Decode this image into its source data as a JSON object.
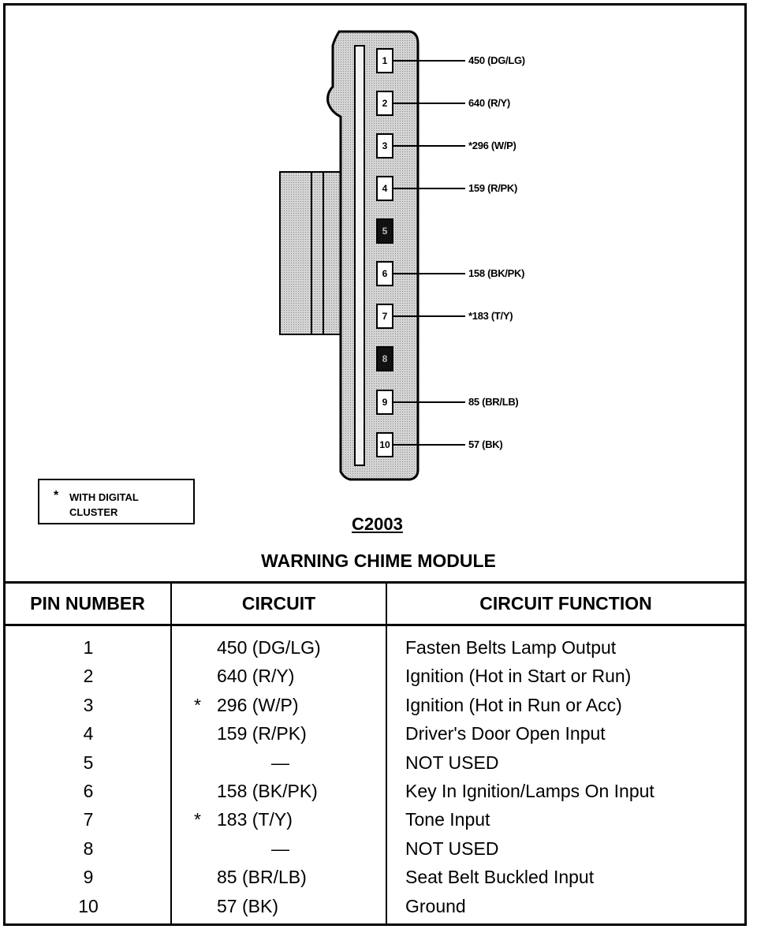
{
  "connector": {
    "id": "C2003",
    "title": "WARNING CHIME MODULE",
    "pins": [
      {
        "number": "1",
        "label": "450 (DG/LG)",
        "used": true
      },
      {
        "number": "2",
        "label": "640 (R/Y)",
        "used": true
      },
      {
        "number": "3",
        "label": "*296 (W/P)",
        "used": true
      },
      {
        "number": "4",
        "label": "159 (R/PK)",
        "used": true
      },
      {
        "number": "5",
        "label": "",
        "used": false
      },
      {
        "number": "6",
        "label": "158 (BK/PK)",
        "used": true
      },
      {
        "number": "7",
        "label": "*183 (T/Y)",
        "used": true
      },
      {
        "number": "8",
        "label": "",
        "used": false
      },
      {
        "number": "9",
        "label": "85 (BR/LB)",
        "used": true
      },
      {
        "number": "10",
        "label": "57 (BK)",
        "used": true
      }
    ]
  },
  "note": {
    "star": "*",
    "line1": "WITH DIGITAL",
    "line2": "CLUSTER"
  },
  "table": {
    "headers": [
      "PIN NUMBER",
      "CIRCUIT",
      "CIRCUIT FUNCTION"
    ],
    "rows": [
      {
        "pin": "1",
        "star": "",
        "circuit": "450 (DG/LG)",
        "function": "Fasten Belts Lamp Output"
      },
      {
        "pin": "2",
        "star": "",
        "circuit": "640 (R/Y)",
        "function": "Ignition (Hot in Start or Run)"
      },
      {
        "pin": "3",
        "star": "*",
        "circuit": "296 (W/P)",
        "function": "Ignition (Hot in Run or Acc)"
      },
      {
        "pin": "4",
        "star": "",
        "circuit": "159 (R/PK)",
        "function": "Driver's Door Open Input"
      },
      {
        "pin": "5",
        "star": "",
        "circuit": "—",
        "function": "NOT USED"
      },
      {
        "pin": "6",
        "star": "",
        "circuit": "158 (BK/PK)",
        "function": "Key In Ignition/Lamps On Input"
      },
      {
        "pin": "7",
        "star": "*",
        "circuit": "183 (T/Y)",
        "function": "Tone Input"
      },
      {
        "pin": "8",
        "star": "",
        "circuit": "—",
        "function": "NOT USED"
      },
      {
        "pin": "9",
        "star": "",
        "circuit": "85 (BR/LB)",
        "function": "Seat Belt Buckled Input"
      },
      {
        "pin": "10",
        "star": "",
        "circuit": "57 (BK)",
        "function": "Ground"
      }
    ]
  },
  "colors": {
    "connector_fill": "#c8c8c8",
    "unused_pin": "#111111",
    "ink": "#000000"
  }
}
